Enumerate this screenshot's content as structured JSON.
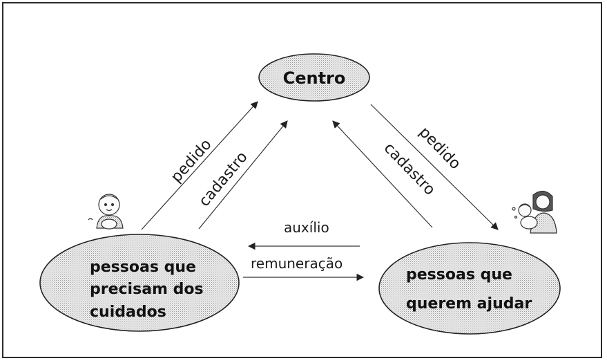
{
  "nodes": {
    "center": {
      "label": "Centro"
    },
    "left": {
      "lines": [
        "pessoas que",
        "precisam dos",
        "cuidados"
      ]
    },
    "right": {
      "lines": [
        "pessoas que",
        "querem ajudar"
      ]
    }
  },
  "edges": {
    "left_pedido": "pedido",
    "left_cadastro": "cadastro",
    "right_pedido": "pedido",
    "right_cadastro": "cadastro",
    "auxilio": "auxílio",
    "remuneracao": "remuneração"
  },
  "icons": {
    "left_figure": "baby-icon",
    "right_figure": "caregiver-with-baby-icon"
  },
  "colors": {
    "ellipse_fill": "#d8d8d8",
    "stroke": "#222222"
  }
}
